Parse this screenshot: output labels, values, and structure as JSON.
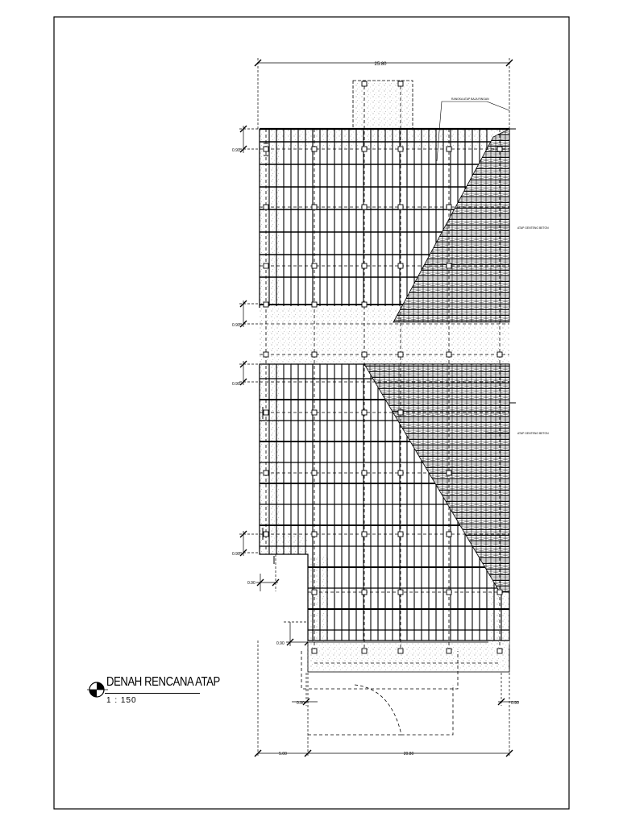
{
  "drawing": {
    "title": "DENAH RENCANA ATAP",
    "scale": "1 : 150"
  },
  "dimensions": {
    "top_overall": "25.80",
    "bottom_left": "5.00",
    "bottom_right": "20.80",
    "overhang_labels": [
      "0.90",
      "0.90",
      "0.90",
      "0.90",
      "0.90",
      "0.90",
      "0.90",
      "0.90"
    ]
  },
  "annotations": {
    "truss_note": "RANGKA ATAP BAJA RINGAN",
    "tile_note_upper": "ATAP GENTENG BETON",
    "tile_note_lower": "ATAP GENTENG BETON"
  }
}
